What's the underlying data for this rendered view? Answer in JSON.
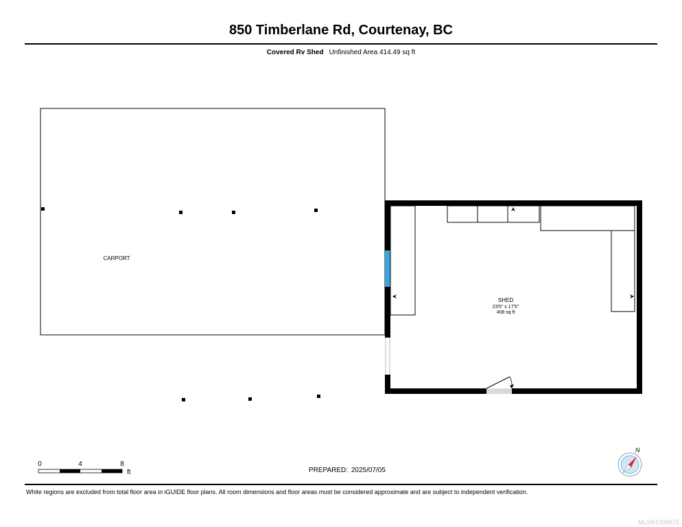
{
  "header": {
    "address": "850 Timberlane Rd, Courtenay, BC",
    "building_name": "Covered Rv Shed",
    "area_summary": "Unfinished Area 414.49 sq ft"
  },
  "rooms": {
    "carport": {
      "label": "CARPORT"
    },
    "shed": {
      "label": "SHED",
      "dimensions": "23'5\" x 17'5\"",
      "area": "408 sq ft"
    }
  },
  "scale_bar": {
    "ticks": [
      "0",
      "4",
      "8"
    ],
    "unit": "ft"
  },
  "prepared": {
    "label": "PREPARED:",
    "date": "2025/07/05"
  },
  "compass": {
    "north_label": "N",
    "icon": "compass-icon"
  },
  "footer": {
    "disclaimer": "White regions are excluded from total floor area in iGUIDE floor plans. All room dimensions and floor areas must be considered approximate and are subject to independent verification.",
    "mls": "MLS®1006876"
  },
  "colors": {
    "window": "#3fa3dc",
    "wall": "#000000",
    "door_sill": "#d9d9d9",
    "compass_arrow": "#e2262b"
  }
}
